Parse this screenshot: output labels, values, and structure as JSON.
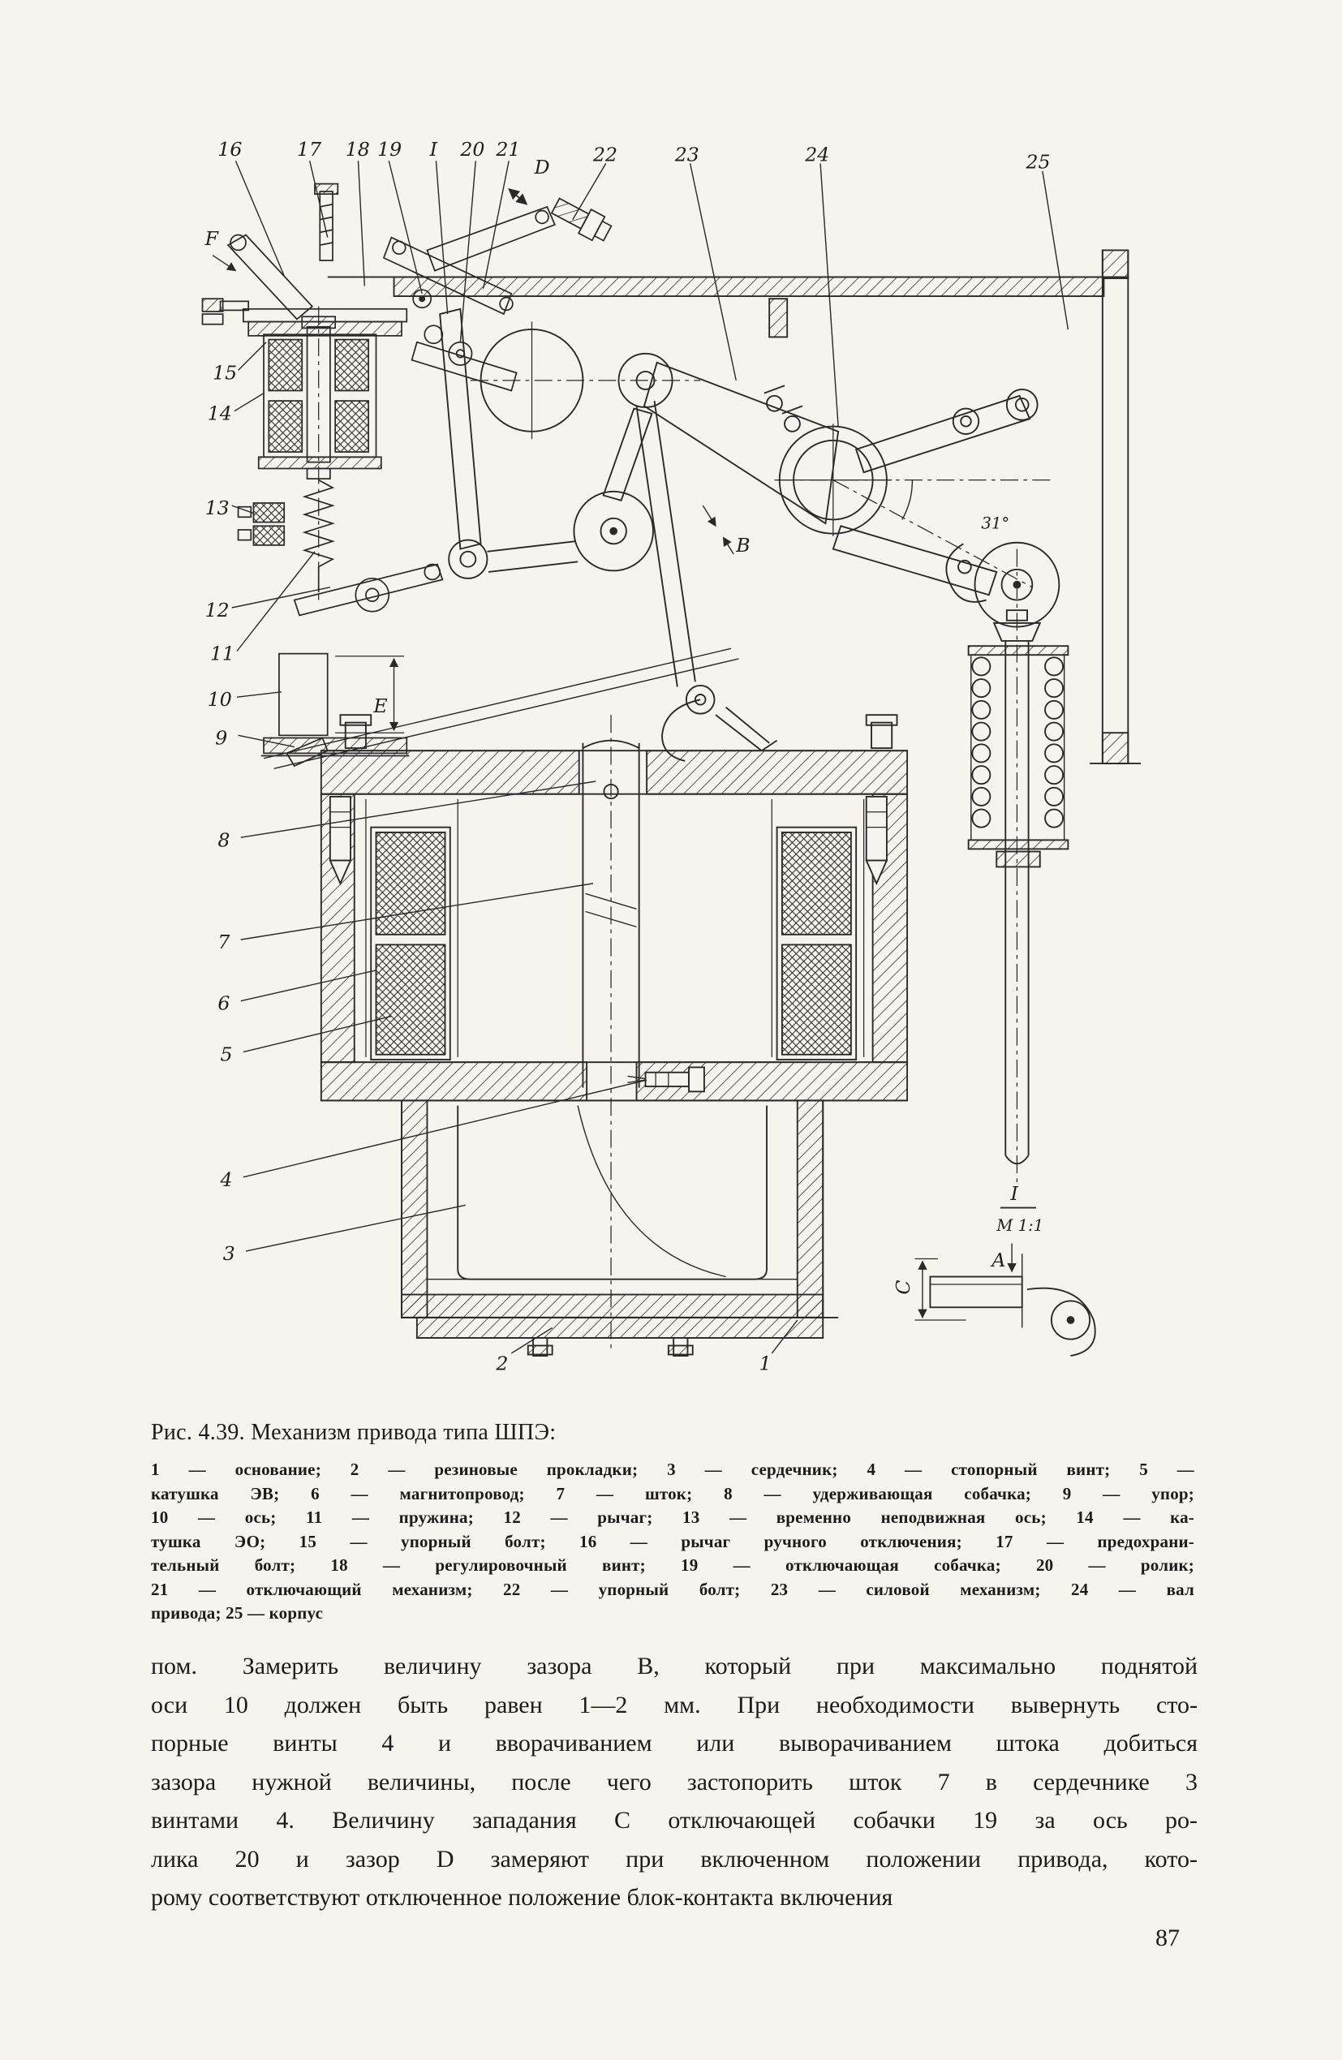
{
  "page": {
    "number": "87"
  },
  "figure": {
    "caption": "Рис. 4.39. Механизм привода типа ШПЭ:",
    "legend_lines": [
      "1 — основание;  2 — резиновые  прокладки;  3 — сердечник;  4 — стопорный  винт;  5 —",
      "катушка ЭВ;  6 — магнитопровод;  7 — шток;  8 — удерживающая  собачка;  9 — упор;",
      "10 — ось;  11 — пружина;  12 — рычаг;  13 — временно  неподвижная  ось;  14 — ка-",
      "тушка ЭО;  15 — упорный  болт;  16 — рычаг  ручного  отключения;  17 — предохрани-",
      "тельный  болт;  18 — регулировочный  винт;  19 — отключающая  собачка;  20 — ролик;",
      "21 — отключающий  механизм;  22 — упорный  болт;  23 — силовой  механизм;  24 — вал",
      "привода; 25 — корпус"
    ],
    "callouts": [
      "16",
      "17",
      "18",
      "19",
      "I",
      "20",
      "21",
      "D",
      "22",
      "23",
      "24",
      "25",
      "F",
      "15",
      "14",
      "13",
      "12",
      "11",
      "10",
      "9",
      "8",
      "7",
      "6",
      "5",
      "4",
      "3",
      "2",
      "1",
      "B",
      "31°",
      "E",
      "I",
      "М 1:1",
      "А",
      "C"
    ]
  },
  "body": {
    "lines": [
      "пом.  Замерить  величину  зазора  В,  который  при  максимально  поднятой",
      "оси  10  должен  быть  равен  1—2 мм.  При  необходимости  вывернуть  сто-",
      "порные  винты  4  и  вворачиванием  или  выворачиванием  штока  добиться",
      "зазора  нужной  величины,  после  чего  застопорить  шток  7  в  сердечнике  3",
      "винтами  4.  Величину  западания  С  отключающей  собачки  19  за  ось  ро-",
      "лика  20  и  зазор  D  замеряют  при  включенном  положении  привода,  кото-",
      "рому  соответствуют  отключенное  положение  блок-контакта  включения"
    ]
  }
}
